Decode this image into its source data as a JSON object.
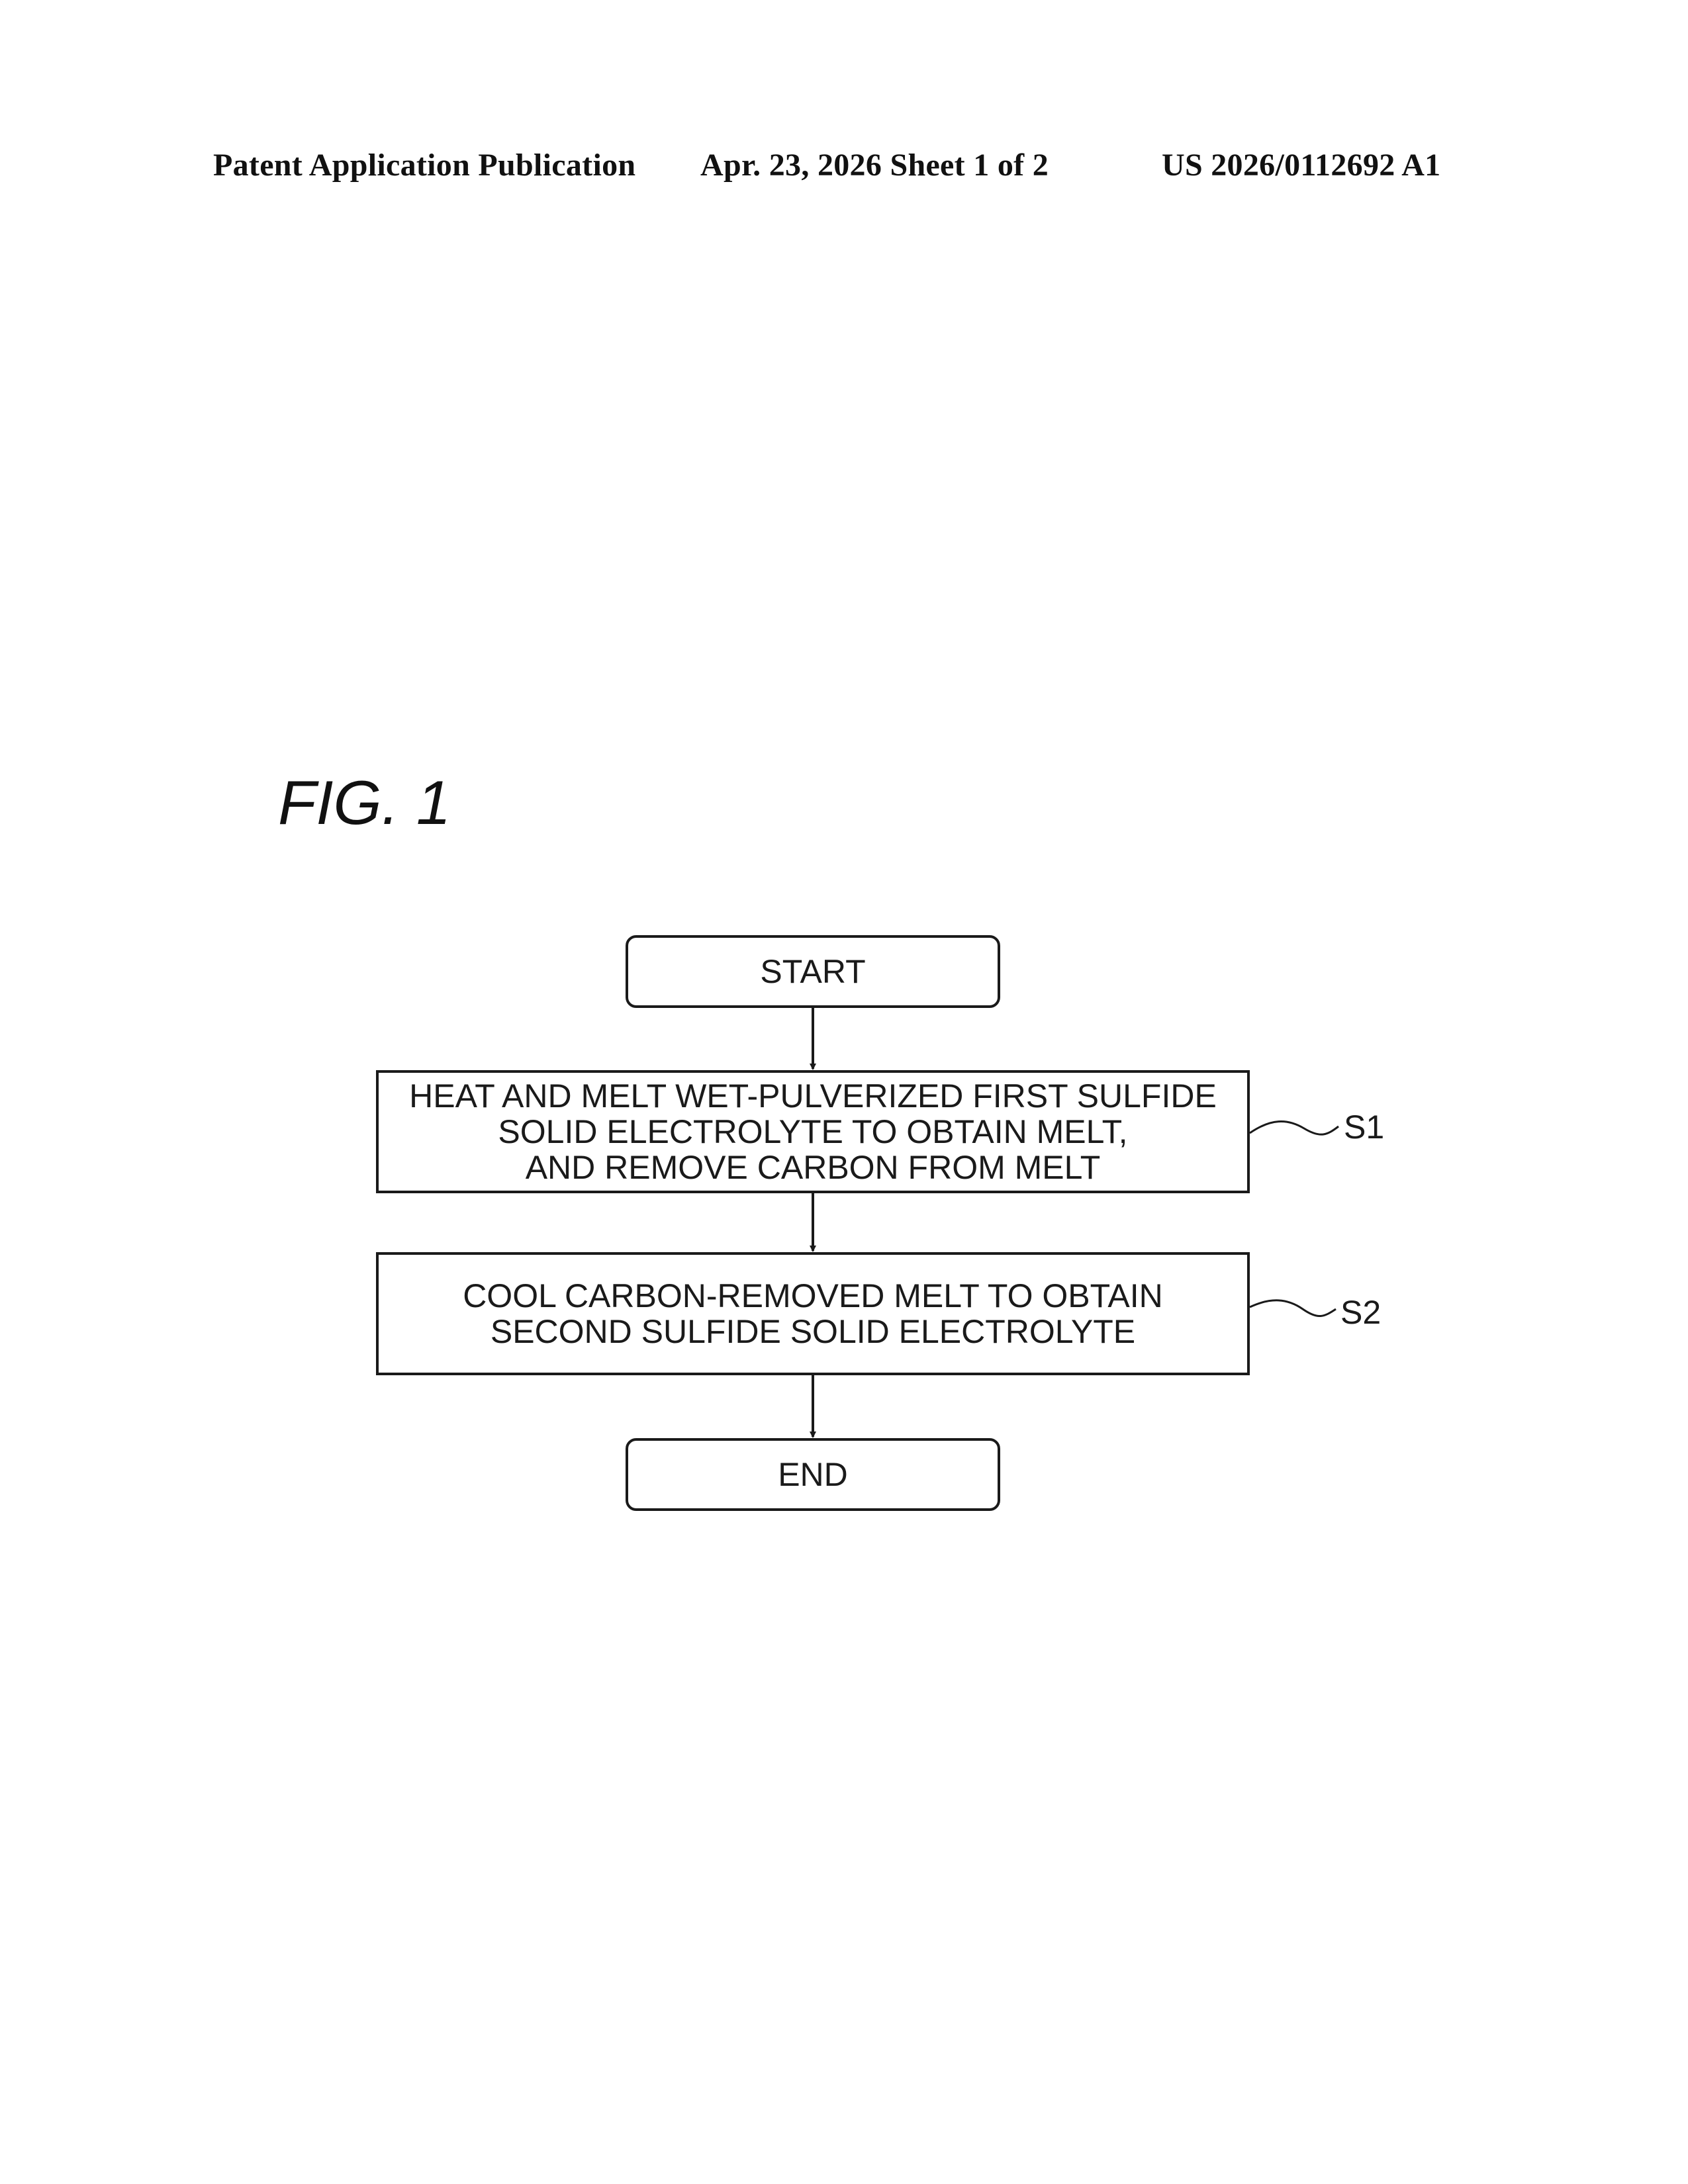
{
  "header": {
    "left": "Patent Application  Publication",
    "middle": "Apr. 23, 2026  Sheet 1 of 2",
    "right": "US 2026/0112692 A1"
  },
  "figure": {
    "title": "FIG. 1",
    "nodes": {
      "start": "START",
      "s1": [
        "HEAT AND MELT WET-PULVERIZED FIRST SULFIDE",
        "SOLID ELECTROLYTE TO OBTAIN MELT,",
        "AND REMOVE CARBON FROM MELT"
      ],
      "s2": [
        "COOL CARBON-REMOVED MELT TO OBTAIN",
        "SECOND SULFIDE SOLID ELECTROLYTE"
      ],
      "end": "END"
    },
    "step_labels": {
      "s1": "S1",
      "s2": "S2"
    }
  }
}
